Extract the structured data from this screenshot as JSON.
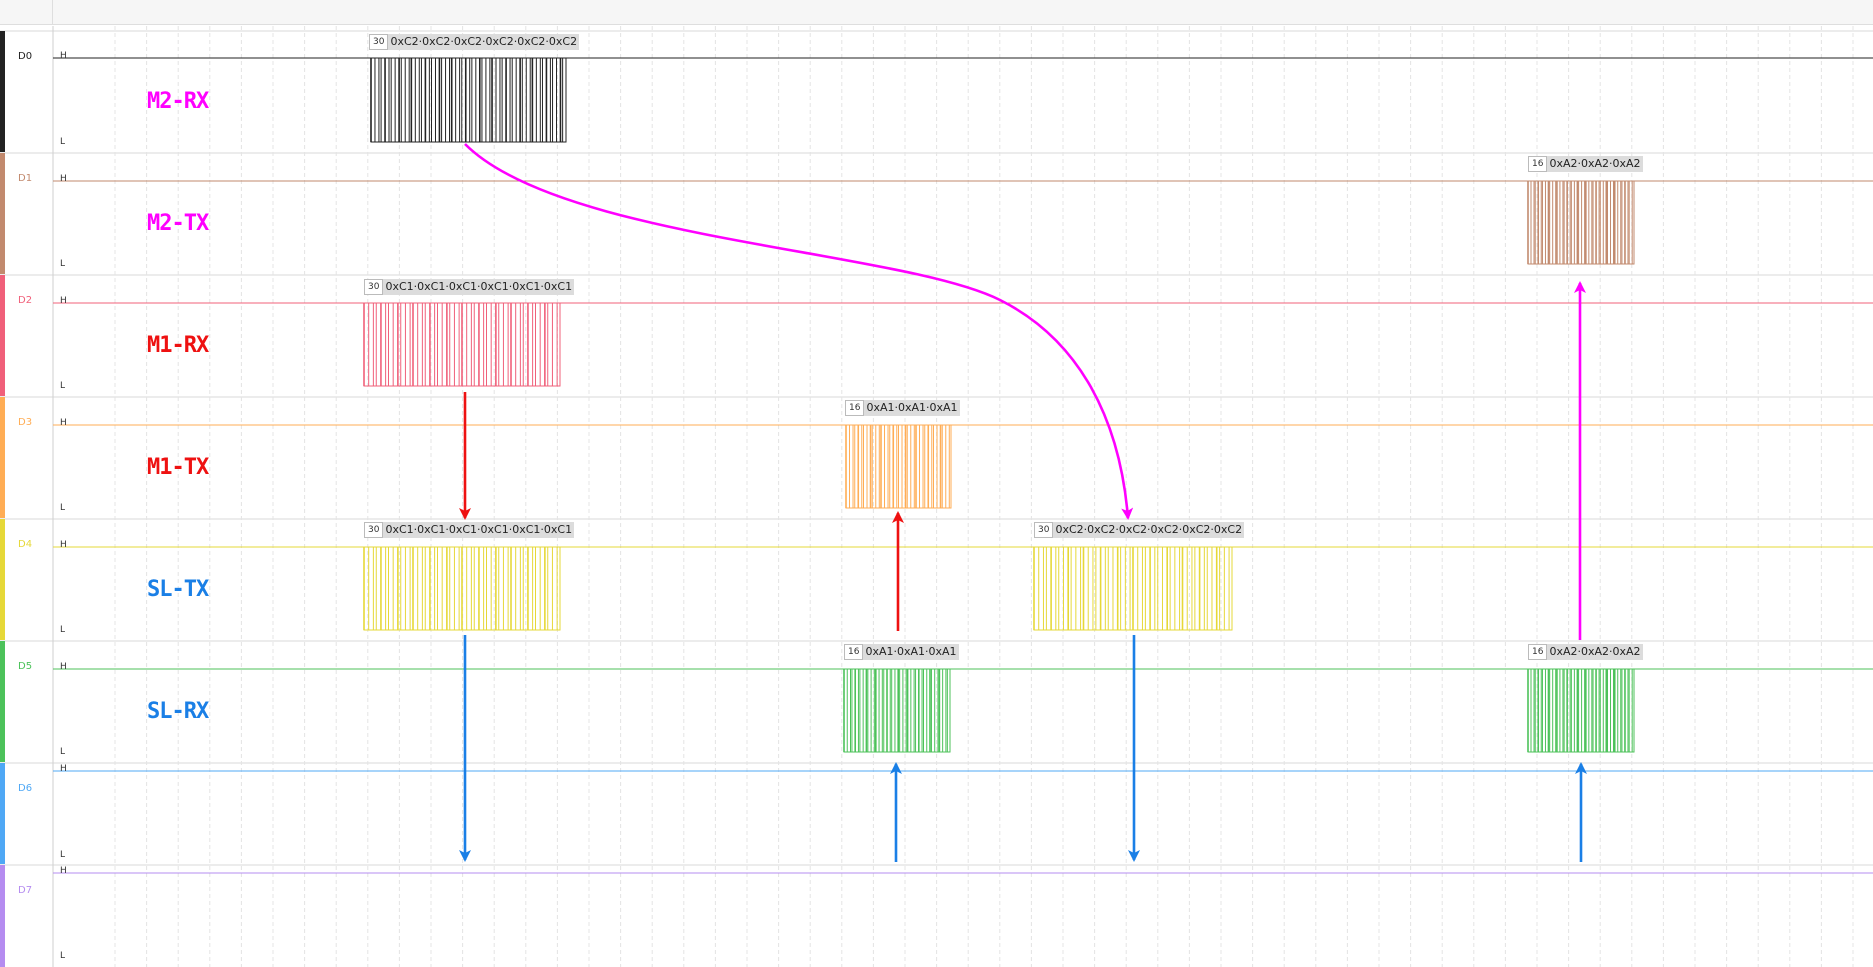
{
  "channels": [
    {
      "label": "D0",
      "color": "#222222",
      "high": "H",
      "low": "L",
      "signal": "M2-RX",
      "signal_color": "#ff00ff"
    },
    {
      "label": "D1",
      "color": "#c28a6e",
      "high": "H",
      "low": "L",
      "signal": "M2-TX",
      "signal_color": "#ff00ff"
    },
    {
      "label": "D2",
      "color": "#f0607a",
      "high": "H",
      "low": "L",
      "signal": "M1-RX",
      "signal_color": "#ee1111"
    },
    {
      "label": "D3",
      "color": "#ffad55",
      "high": "H",
      "low": "L",
      "signal": "M1-TX",
      "signal_color": "#ee1111"
    },
    {
      "label": "D4",
      "color": "#e6d838",
      "high": "H",
      "low": "L",
      "signal": "SL-TX",
      "signal_color": "#1a7fe6"
    },
    {
      "label": "D5",
      "color": "#4cc25a",
      "high": "H",
      "low": "L",
      "signal": "SL-RX",
      "signal_color": "#1a7fe6"
    },
    {
      "label": "D6",
      "color": "#4fa8f5",
      "high": "H",
      "low": "L",
      "signal": "",
      "signal_color": "#1a7fe6"
    },
    {
      "label": "D7",
      "color": "#b58cf0",
      "high": "H",
      "low": "L",
      "signal": "",
      "signal_color": "#1a7fe6"
    }
  ],
  "decodes": [
    {
      "channel": 0,
      "count": "30",
      "text": "0xC2·0xC2·0xC2·0xC2·0xC2·0xC2"
    },
    {
      "channel": 1,
      "count": "16",
      "text": "0xA2·0xA2·0xA2"
    },
    {
      "channel": 2,
      "count": "30",
      "text": "0xC1·0xC1·0xC1·0xC1·0xC1·0xC1"
    },
    {
      "channel": 3,
      "count": "16",
      "text": "0xA1·0xA1·0xA1"
    },
    {
      "channel": 4,
      "count": "30",
      "text": "0xC1·0xC1·0xC1·0xC1·0xC1·0xC1"
    },
    {
      "channel": 4,
      "count": "30",
      "text": "0xC2·0xC2·0xC2·0xC2·0xC2·0xC2"
    },
    {
      "channel": 5,
      "count": "16",
      "text": "0xA1·0xA1·0xA1"
    },
    {
      "channel": 5,
      "count": "16",
      "text": "0xA2·0xA2·0xA2"
    }
  ],
  "colors": {
    "magenta_arrow": "#ff00ff",
    "red_arrow": "#ee1111",
    "blue_arrow": "#1a7fe6",
    "grid": "#e4e4e4"
  }
}
